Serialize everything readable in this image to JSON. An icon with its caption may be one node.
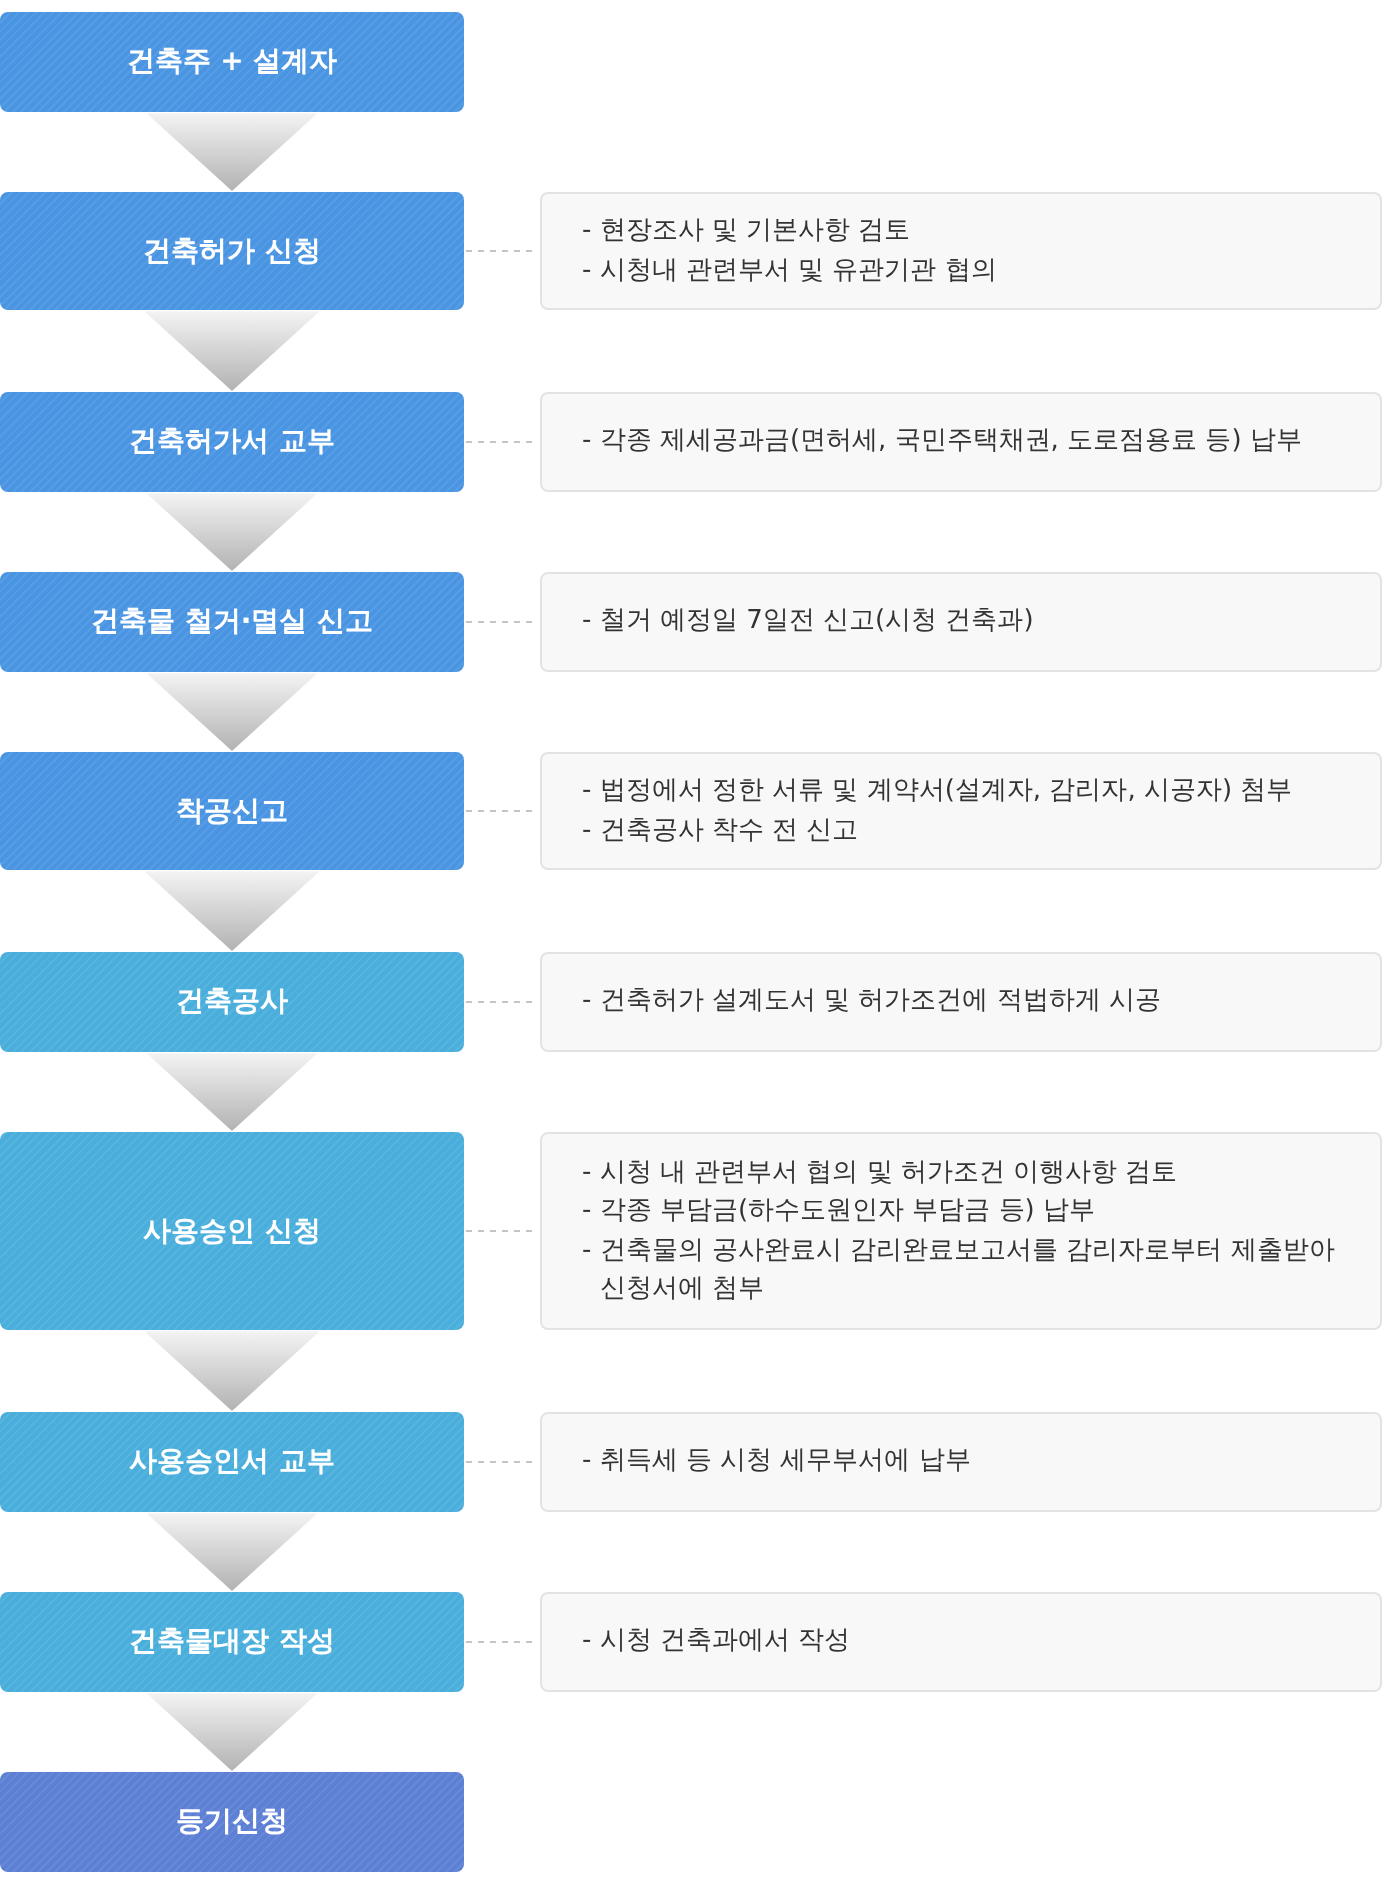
{
  "diagram": {
    "nodes": [
      {
        "text": [
          "건축주 + 설계자"
        ]
      },
      {
        "text": [
          "건축허가 신청"
        ]
      },
      {
        "text": [
          "- 현장조사 및 기본사항 검토",
          "- 시청내 관련부서 및 유관기관 협의"
        ]
      },
      {
        "text": [
          "건축허가서 교부"
        ]
      },
      {
        "text": [
          "- 각종 제세공과금(면허세, 국민주택채권, 도로점용료 등) 납부"
        ]
      },
      {
        "text": [
          "건축물 철거·멸실 신고"
        ]
      },
      {
        "text": [
          "- 철거 예정일 7일전 신고(시청 건축과)"
        ]
      },
      {
        "text": [
          "착공신고"
        ]
      },
      {
        "text": [
          "- 법정에서 정한 서류 및 계약서(설계자, 감리자, 시공자) 첨부",
          "- 건축공사 착수 전 신고"
        ]
      },
      {
        "text": [
          "건축공사"
        ]
      },
      {
        "text": [
          "- 건축허가 설계도서 및 허가조건에 적법하게 시공"
        ]
      },
      {
        "text": [
          "사용승인 신청"
        ]
      },
      {
        "text": [
          "- 시청 내 관련부서 협의 및 허가조건 이행사항 검토",
          "- 각종 부담금(하수도원인자 부담금 등) 납부",
          "- 건축물의 공사완료시 감리완료보고서를 감리자로부터 제출받아 신청서에 첨부"
        ]
      },
      {
        "text": [
          "사용승인서 교부"
        ]
      },
      {
        "text": [
          "- 취득세 등 시청 세무부서에 납부"
        ]
      },
      {
        "text": [
          "건축물대장 작성"
        ]
      },
      {
        "text": [
          "- 시청 건축과에서 작성"
        ]
      },
      {
        "text": [
          "등기신청"
        ]
      }
    ],
    "edges": [
      {
        "from": 0,
        "to": 1,
        "arrow": "to"
      },
      {
        "from": 1,
        "to": 2,
        "arrow": "none",
        "style": "dashed"
      },
      {
        "from": 1,
        "to": 3,
        "arrow": "to"
      },
      {
        "from": 3,
        "to": 4,
        "arrow": "none",
        "style": "dashed"
      },
      {
        "from": 3,
        "to": 5,
        "arrow": "to"
      },
      {
        "from": 5,
        "to": 6,
        "arrow": "none",
        "style": "dashed"
      },
      {
        "from": 5,
        "to": 7,
        "arrow": "to"
      },
      {
        "from": 7,
        "to": 8,
        "arrow": "none",
        "style": "dashed"
      },
      {
        "from": 7,
        "to": 9,
        "arrow": "to"
      },
      {
        "from": 9,
        "to": 10,
        "arrow": "none",
        "style": "dashed"
      },
      {
        "from": 9,
        "to": 11,
        "arrow": "to"
      },
      {
        "from": 11,
        "to": 12,
        "arrow": "none",
        "style": "dashed"
      },
      {
        "from": 11,
        "to": 13,
        "arrow": "to"
      },
      {
        "from": 13,
        "to": 14,
        "arrow": "none",
        "style": "dashed"
      },
      {
        "from": 13,
        "to": 15,
        "arrow": "to"
      },
      {
        "from": 15,
        "to": 16,
        "arrow": "none",
        "style": "dashed"
      },
      {
        "from": 15,
        "to": 17,
        "arrow": "to"
      }
    ]
  }
}
